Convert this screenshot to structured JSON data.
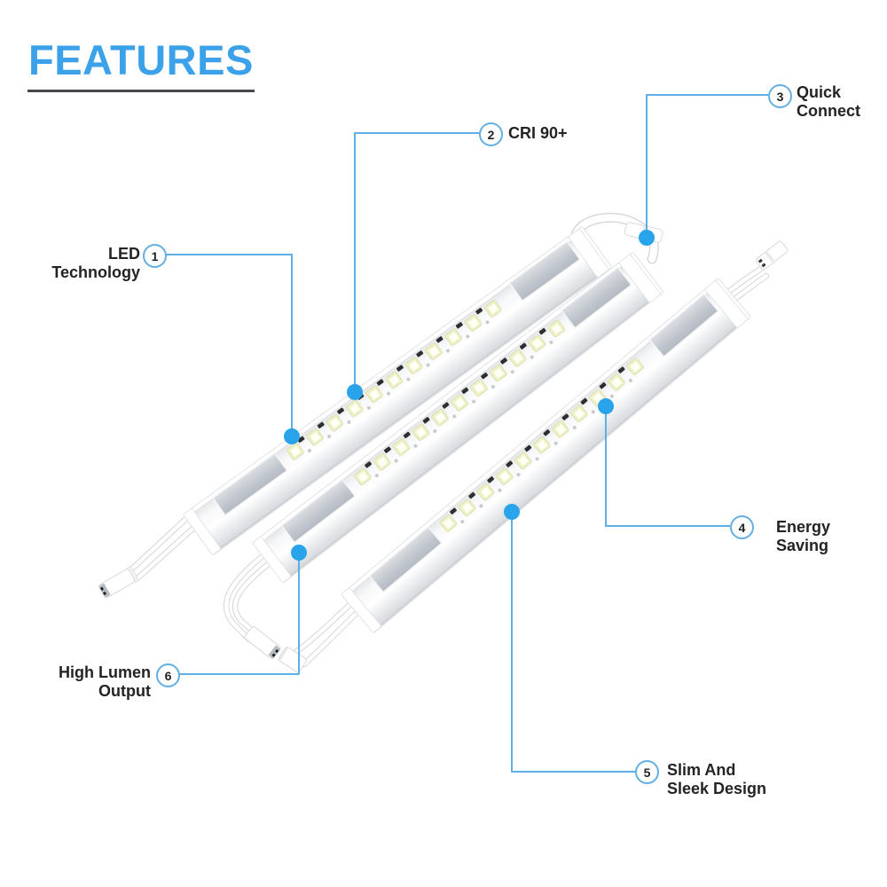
{
  "title": "FEATURES",
  "colors": {
    "accent_blue": "#3BA2EA",
    "leader_line_blue": "#5FAEE6",
    "dot_blue": "#29A3E9",
    "underline_dark": "#48484C",
    "label_text": "#232323",
    "bar_body": "#ffffff",
    "bar_shade": "#d9dce0",
    "end_panel_gray": "#bfc5cc",
    "led_chip_yellow": "#eef0c5",
    "led_chip_core": "#fffff6",
    "smd_component_black": "#2c2e30"
  },
  "callouts": [
    {
      "number": "1",
      "lines": [
        "LED",
        "Technology"
      ]
    },
    {
      "number": "2",
      "lines": [
        "CRI 90+"
      ]
    },
    {
      "number": "3",
      "lines": [
        "Quick",
        "Connect"
      ]
    },
    {
      "number": "4",
      "lines": [
        "Energy Saving"
      ]
    },
    {
      "number": "5",
      "lines": [
        "Slim And",
        "Sleek Design"
      ]
    },
    {
      "number": "6",
      "lines": [
        "High Lumen",
        "Output"
      ]
    }
  ],
  "illustration": {
    "subject": "three slim LED light bars joined by quick-connect cables",
    "bar_count": "3"
  }
}
